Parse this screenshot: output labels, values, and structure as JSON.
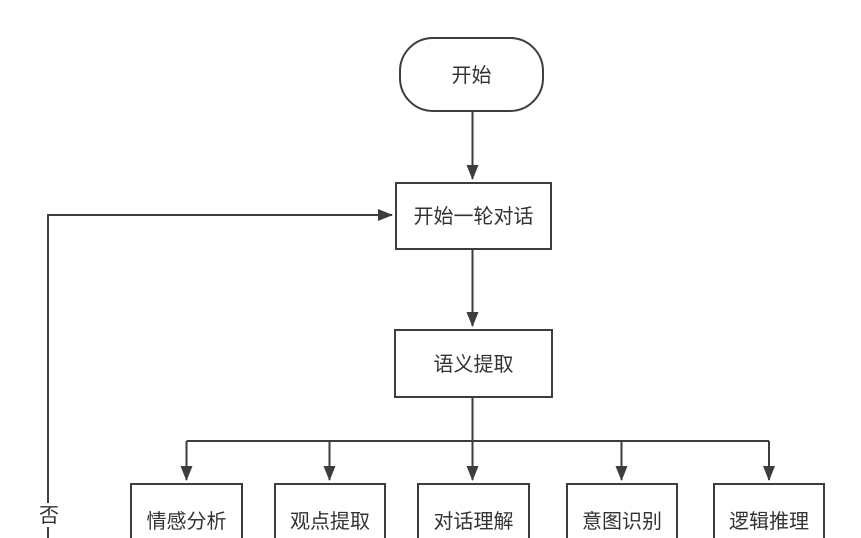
{
  "diagram": {
    "title": "dialogue-nlp-flowchart",
    "nodes": {
      "start": {
        "label": "开始",
        "shape": "stadium"
      },
      "start_round": {
        "label": "开始一轮对话",
        "shape": "rect"
      },
      "semantic_extraction": {
        "label": "语义提取",
        "shape": "rect"
      },
      "branches": [
        {
          "label": "情感分析"
        },
        {
          "label": "观点提取"
        },
        {
          "label": "对话理解"
        },
        {
          "label": "意图识别"
        },
        {
          "label": "逻辑推理"
        }
      ]
    },
    "edges": {
      "no_label": "否"
    },
    "colors": {
      "stroke": "#3d3d3d",
      "text": "#333333",
      "canvas": "#ffffff"
    }
  }
}
